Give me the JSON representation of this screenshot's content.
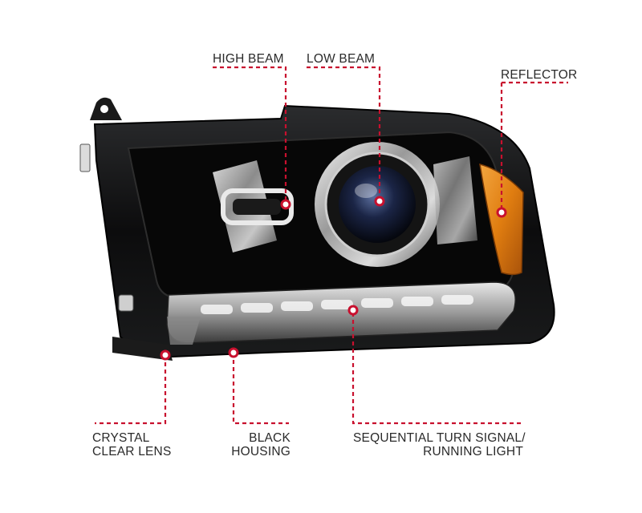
{
  "callouts": {
    "high_beam": "HIGH BEAM",
    "low_beam": "LOW BEAM",
    "reflector": "REFLECTOR",
    "crystal_clear_lens": {
      "line1": "CRYSTAL",
      "line2": "CLEAR LENS"
    },
    "black_housing": {
      "line1": "BLACK",
      "line2": "HOUSING"
    },
    "turn_signal": {
      "line1": "SEQUENTIAL TURN SIGNAL/",
      "line2": "RUNNING LIGHT"
    }
  },
  "colors": {
    "callout_line": "#c8102e",
    "housing": "#0f0f10",
    "amber": "#e07d10",
    "label_text": "#2a2a2a"
  }
}
